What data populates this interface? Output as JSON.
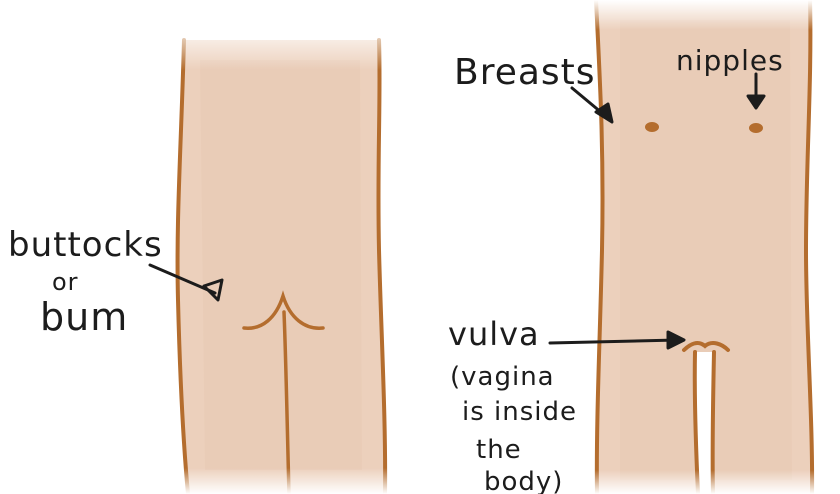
{
  "labels": {
    "buttocks": "buttocks",
    "or": "or",
    "bum": "bum",
    "breasts": "Breasts",
    "nipples": "nipples",
    "vulva": "vulva",
    "vagina_note_1": "(vagina",
    "vagina_note_2": "is inside",
    "vagina_note_3": "the",
    "vagina_note_4": "body)"
  },
  "colors": {
    "skin": "#ecd0bc",
    "skin_shade": "#e2bea6",
    "outline": "#b46d2e",
    "ink": "#1c1c1c"
  }
}
